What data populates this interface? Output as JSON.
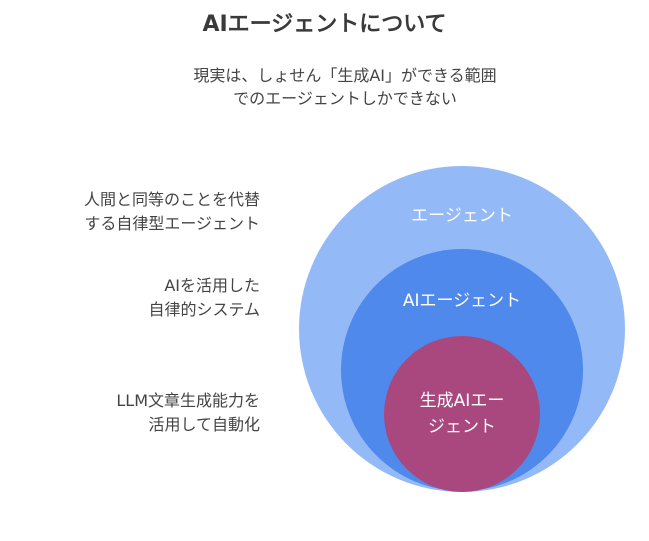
{
  "title": "AIエージェントについて",
  "subtitle": {
    "line1": "現実は、しょせん「生成AI」ができる範囲",
    "line2": "でのエージェントしかできない"
  },
  "left_labels": [
    {
      "line1": "人間と同等のことを代替",
      "line2": "する自律型エージェント"
    },
    {
      "line1": "AIを活用した",
      "line2": "自律的システム"
    },
    {
      "line1": "LLM文章生成能力を",
      "line2": "活用して自動化"
    }
  ],
  "circles": [
    {
      "label": "エージェント",
      "color": "#94b9f7"
    },
    {
      "label": "AIエージェント",
      "color": "#5089ec"
    },
    {
      "label_line1": "生成AIエー",
      "label_line2": "ジェント",
      "color": "#a8487f"
    }
  ]
}
